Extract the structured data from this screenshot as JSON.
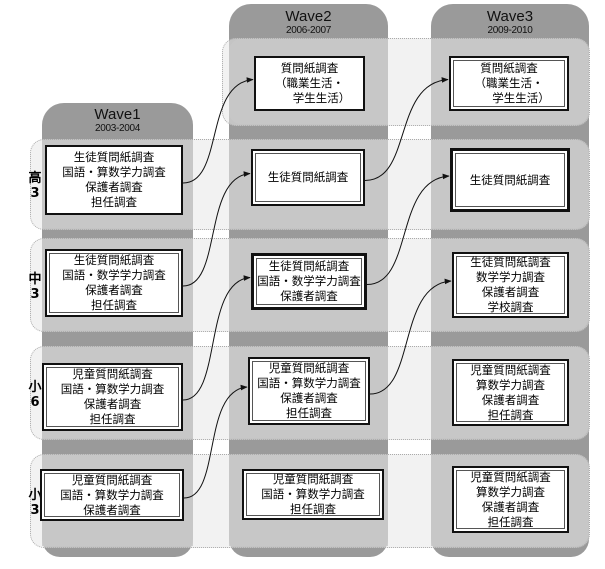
{
  "columns": [
    {
      "id": "wave1",
      "label": "Wave1",
      "years": "2003-2004"
    },
    {
      "id": "wave2",
      "label": "Wave2",
      "years": "2006-2007"
    },
    {
      "id": "wave3",
      "label": "Wave3",
      "years": "2009-2010"
    }
  ],
  "rows": [
    {
      "id": "post",
      "grade": ""
    },
    {
      "id": "high3",
      "grade": "高3"
    },
    {
      "id": "middle3",
      "grade": "中3"
    },
    {
      "id": "elem6",
      "grade": "小6"
    },
    {
      "id": "elem3",
      "grade": "小3"
    }
  ],
  "boxes": {
    "wave2_post": [
      "質問紙調査",
      "（職業生活・",
      "学生生活）"
    ],
    "wave3_post": [
      "質問紙調査",
      "（職業生活・",
      "学生生活）"
    ],
    "wave1_high3": [
      "生徒質問紙調査",
      "国語・算数学力調査",
      "保護者調査",
      "担任調査"
    ],
    "wave2_high3": [
      "生徒質問紙調査"
    ],
    "wave3_high3": [
      "生徒質問紙調査"
    ],
    "wave1_middle3": [
      "生徒質問紙調査",
      "国語・数学学力調査",
      "保護者調査",
      "担任調査"
    ],
    "wave2_middle3": [
      "生徒質問紙調査",
      "国語・数学学力調査",
      "保護者調査"
    ],
    "wave3_middle3": [
      "生徒質問紙調査",
      "数学学力調査",
      "保護者調査",
      "学校調査"
    ],
    "wave1_elem6": [
      "児童質問紙調査",
      "国語・算数学力調査",
      "保護者調査",
      "担任調査"
    ],
    "wave2_elem6": [
      "児童質問紙調査",
      "国語・算数学力調査",
      "保護者調査",
      "担任調査"
    ],
    "wave3_elem6": [
      "児童質問紙調査",
      "算数学力調査",
      "保護者調査",
      "担任調査"
    ],
    "wave1_elem3": [
      "児童質問紙調査",
      "国語・算数学力調査",
      "保護者調査"
    ],
    "wave2_elem3": [
      "児童質問紙調査",
      "国語・算数学力調査",
      "担任調査"
    ],
    "wave3_elem3": [
      "児童質問紙調査",
      "算数学力調査",
      "保護者調査",
      "担任調査"
    ]
  },
  "arrows": [
    {
      "from": "wave1_high3",
      "to": "wave2_post"
    },
    {
      "from": "wave1_middle3",
      "to": "wave2_high3"
    },
    {
      "from": "wave1_elem6",
      "to": "wave2_middle3"
    },
    {
      "from": "wave1_elem3",
      "to": "wave2_elem6"
    },
    {
      "from": "wave2_high3",
      "to": "wave3_post"
    },
    {
      "from": "wave2_middle3",
      "to": "wave3_high3"
    },
    {
      "from": "wave2_elem6",
      "to": "wave3_middle3"
    }
  ],
  "colors": {
    "column_header": "#9a9a9a",
    "band": "#dcdcdc",
    "box_border": "#111111"
  }
}
